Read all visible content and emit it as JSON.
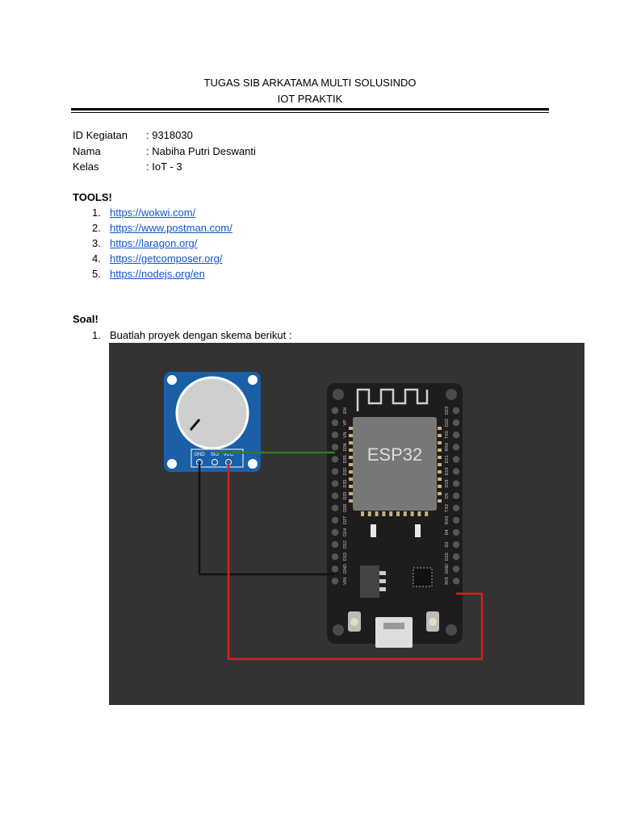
{
  "header": {
    "title": "TUGAS SIB ARKATAMA MULTI SOLUSINDO",
    "subtitle": "IOT  PRAKTIK"
  },
  "info": [
    {
      "label": "ID Kegiatan",
      "value": ": 9318030"
    },
    {
      "label": "Nama",
      "value": ": Nabiha Putri Deswanti"
    },
    {
      "label": "Kelas",
      "value": ": IoT - 3"
    }
  ],
  "tools": {
    "heading": "TOOLS!",
    "items": [
      {
        "num": "1.",
        "url": "https://wokwi.com/"
      },
      {
        "num": "2.",
        "url": "https://www.postman.com/"
      },
      {
        "num": "3.",
        "url": "https://laragon.org/"
      },
      {
        "num": "4.",
        "url": "https://getcomposer.org/"
      },
      {
        "num": "5.",
        "url": "https://nodejs.org/en"
      }
    ]
  },
  "soal": {
    "heading": "Soal!",
    "items": [
      {
        "num": "1.",
        "text": "Buatlah proyek dengan skema berikut :"
      }
    ]
  },
  "diagram": {
    "chip_label": "ESP32",
    "pot_pins": [
      "GND",
      "SIG",
      "VCC"
    ],
    "left_pins": [
      "EN",
      "VP",
      "VN",
      "D34",
      "D35",
      "D32",
      "D33",
      "D25",
      "D26",
      "D27",
      "D14",
      "D12",
      "D13",
      "GND",
      "VIN"
    ],
    "right_pins": [
      "D23",
      "D22",
      "TX0",
      "RX0",
      "D21",
      "D19",
      "D18",
      "D5",
      "TX2",
      "RX2",
      "D4",
      "D2",
      "D15",
      "GND",
      "3V3"
    ],
    "colors": {
      "background": "#333333",
      "board": "#1d1d1d",
      "pot_board": "#1b5fa6",
      "wire_signal": "#2e7d1c",
      "wire_gnd": "#111111",
      "wire_vcc": "#d42020"
    }
  }
}
